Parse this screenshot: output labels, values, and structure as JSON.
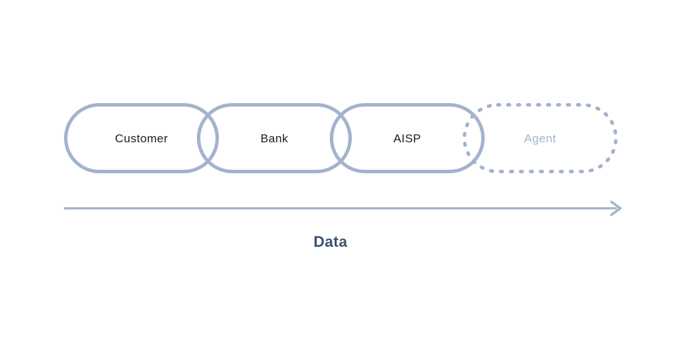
{
  "diagram": {
    "nodes": [
      {
        "id": "customer",
        "label": "Customer",
        "style": "solid"
      },
      {
        "id": "bank",
        "label": "Bank",
        "style": "solid"
      },
      {
        "id": "aisp",
        "label": "AISP",
        "style": "solid"
      },
      {
        "id": "agent",
        "label": "Agent",
        "style": "dashed"
      }
    ],
    "arrow": {
      "label": "Data",
      "direction": "right"
    },
    "colors": {
      "outline": "#a3b3cc",
      "node-label": "#1c1c1e",
      "muted-label": "#a3b3cf",
      "arrow-label": "#3a536e",
      "background": "#ffffff"
    }
  }
}
